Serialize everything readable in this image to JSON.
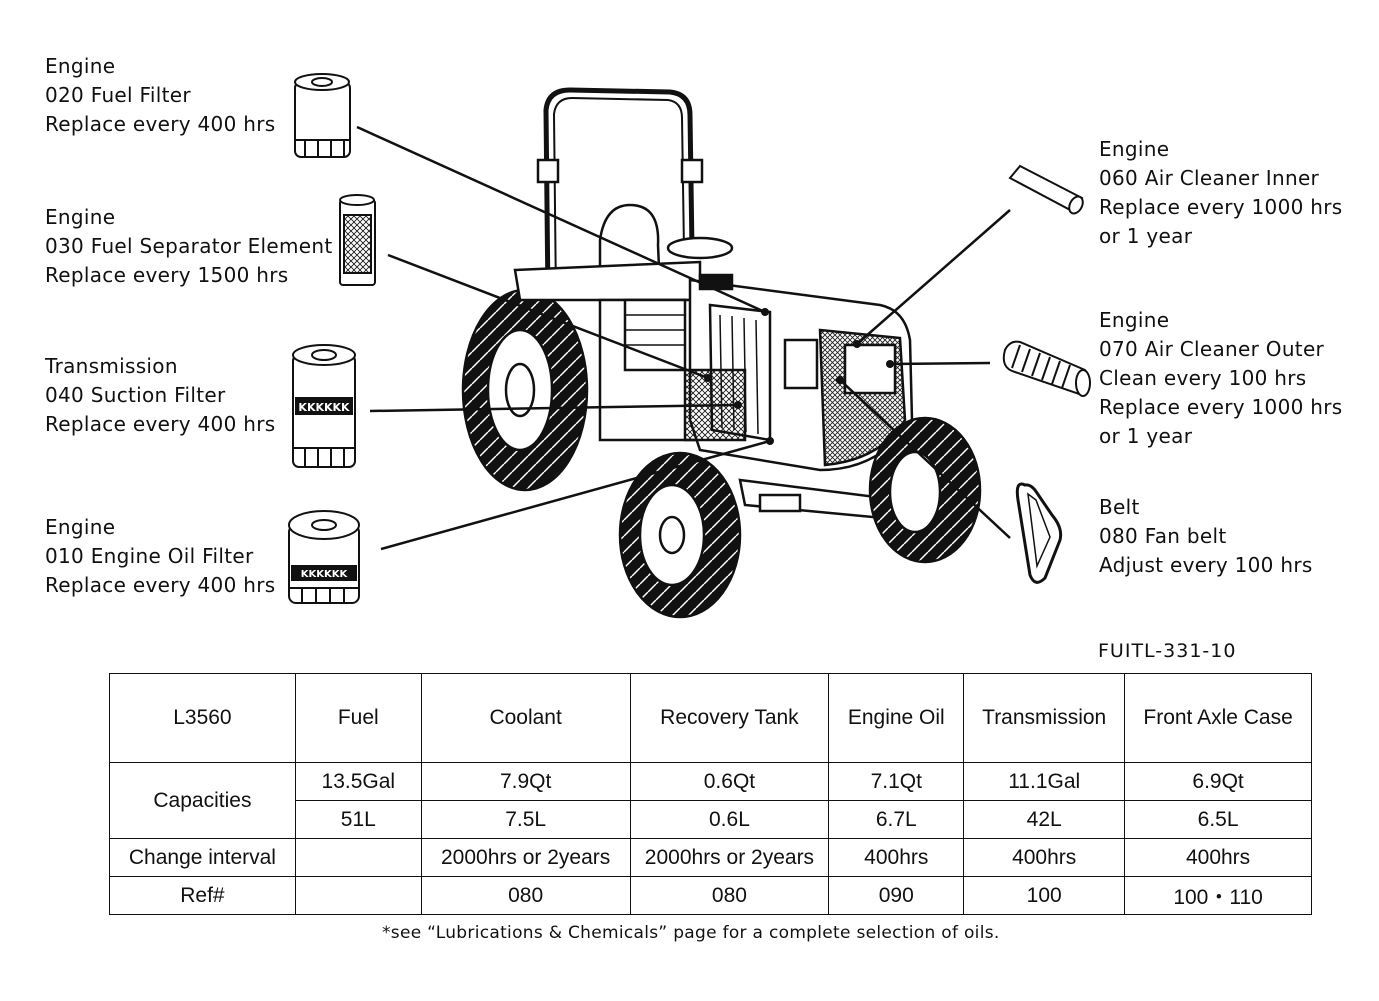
{
  "callouts": {
    "fuel_filter": [
      "Engine",
      "020  Fuel  Filter",
      "Replace  every  400  hrs"
    ],
    "fuel_separator": [
      "Engine",
      "030  Fuel  Separator  Element",
      "Replace  every  1500  hrs"
    ],
    "suction_filter": [
      "Transmission",
      "040  Suction  Filter",
      "Replace  every  400  hrs"
    ],
    "oil_filter": [
      "Engine",
      "010  Engine  Oil  Filter",
      "Replace  every  400  hrs"
    ],
    "air_inner": [
      "Engine",
      "060  Air  Cleaner  Inner",
      "Replace  every  1000  hrs",
      "or  1  year"
    ],
    "air_outer": [
      "Engine",
      "070  Air  Cleaner  Outer",
      "Clean  every  100  hrs",
      "Replace  every  1000  hrs",
      "or  1  year"
    ],
    "belt": [
      "Belt",
      "080  Fan  belt",
      "Adjust  every  100  hrs"
    ]
  },
  "figure_code": "FUITL-331-10",
  "filter_brand": "KKKKKK",
  "table": {
    "header": [
      "L3560",
      "Fuel",
      "Coolant",
      "Recovery  Tank",
      "Engine  Oil",
      "Transmission",
      "Front  Axle  Case"
    ],
    "capacities_label": "Capacities",
    "capacities_row1": [
      "13.5Gal",
      "7.9Qt",
      "0.6Qt",
      "7.1Qt",
      "11.1Gal",
      "6.9Qt"
    ],
    "capacities_row2": [
      "51L",
      "7.5L",
      "0.6L",
      "6.7L",
      "42L",
      "6.5L"
    ],
    "change_interval_label": "Change  interval",
    "change_interval": [
      "",
      "2000hrs  or  2years",
      "2000hrs  or  2years",
      "400hrs",
      "400hrs",
      "400hrs"
    ],
    "ref_label": "Ref#",
    "ref": [
      "",
      "080",
      "080",
      "090",
      "100",
      "100・110"
    ]
  },
  "footnote": "*see “Lubrications & Chemicals” page for a complete selection of oils."
}
